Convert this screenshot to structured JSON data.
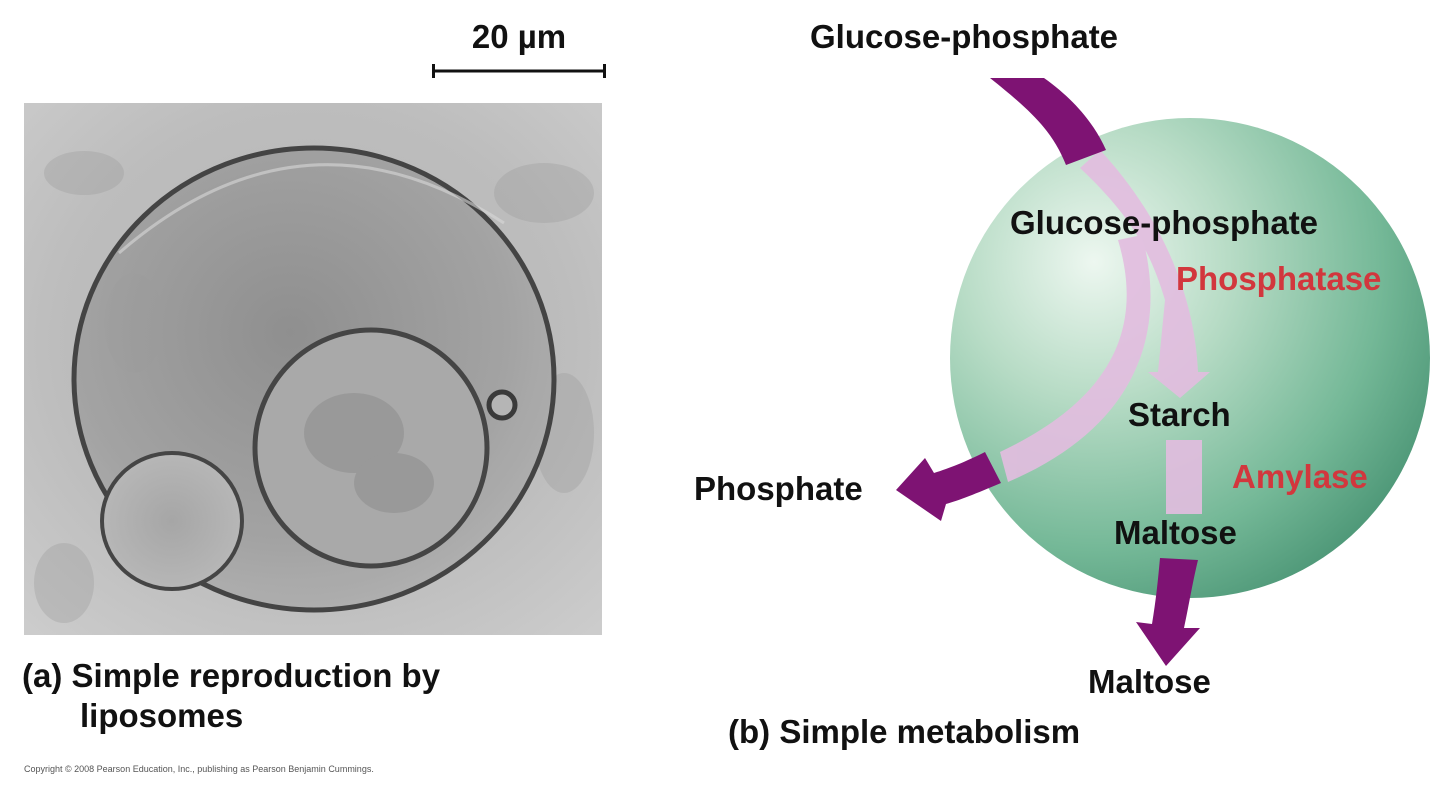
{
  "panel_a": {
    "scale_bar_label": "20 µm",
    "caption_letter": "(a)",
    "caption_line1": "Simple reproduction by",
    "caption_line2": "liposomes"
  },
  "panel_b": {
    "outside_top_label": "Glucose-phosphate",
    "inside_substrate_label": "Glucose-phosphate",
    "enzyme1_label": "Phosphatase",
    "product1_label": "Starch",
    "enzyme2_label": "Amylase",
    "product2_label": "Maltose",
    "released_phosphate_label": "Phosphate",
    "released_maltose_label": "Maltose",
    "caption_letter": "(b)",
    "caption_text": "Simple metabolism"
  },
  "copyright": "Copyright © 2008 Pearson Education, Inc., publishing as Pearson Benjamin Cummings.",
  "colors": {
    "arrow": "#7e1373",
    "arrow_faded": "#dfb4dc",
    "enzyme_text": "#d2373d",
    "sphere_light": "#e6f4ec",
    "sphere_dark": "#4f9a78"
  }
}
